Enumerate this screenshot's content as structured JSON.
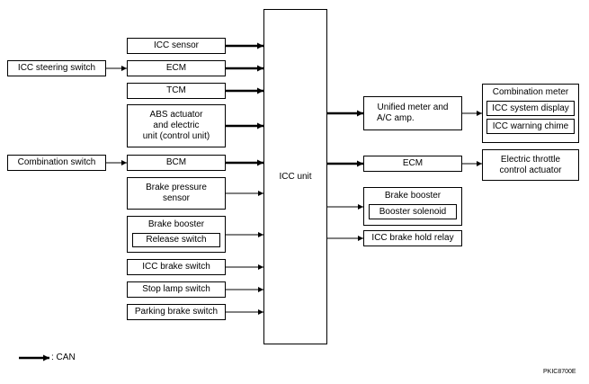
{
  "inputs": {
    "icc_sensor": "ICC sensor",
    "ecm": "ECM",
    "tcm": "TCM",
    "abs_actuator": [
      "ABS actuator",
      "and electric",
      "unit (control unit)"
    ],
    "bcm": "BCM",
    "brake_pressure_sensor": [
      "Brake pressure",
      "sensor"
    ],
    "brake_booster": "Brake booster",
    "release_switch": "Release switch",
    "icc_brake_switch": "ICC brake switch",
    "stop_lamp_switch": "Stop lamp switch",
    "parking_brake_switch": "Parking brake switch"
  },
  "switches": {
    "icc_steering_switch": "ICC steering switch",
    "combination_switch": "Combination switch"
  },
  "center": {
    "icc_unit": "ICC unit"
  },
  "outputs": {
    "unified_meter": [
      "Unified meter and",
      "A/C amp."
    ],
    "combination_meter": "Combination meter",
    "icc_system_display": "ICC system display",
    "icc_warning_chime": "ICC warning chime",
    "ecm": "ECM",
    "electric_throttle": [
      "Electric throttle",
      "control actuator"
    ],
    "brake_booster": "Brake booster",
    "booster_solenoid": "Booster solenoid",
    "icc_brake_hold_relay": "ICC brake hold relay"
  },
  "legend": {
    "can_label": ": CAN"
  },
  "code": "PKIC8700E"
}
